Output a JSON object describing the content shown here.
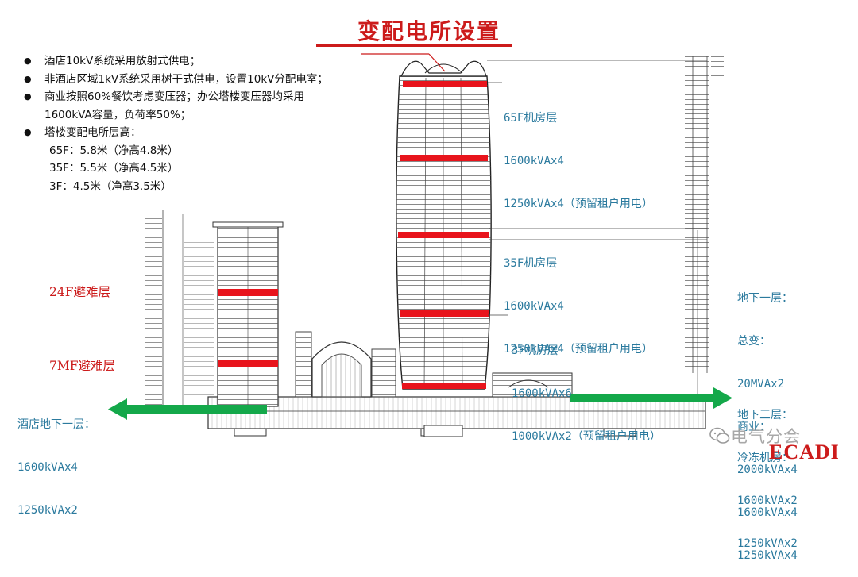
{
  "title": "变配电所设置",
  "bullets": [
    "酒店10kV系统采用放射式供电；",
    "非酒店区域1kV系统采用树干式供电，设置10kV分配电室；",
    "商业按照60%餐饮考虑变压器；办公塔楼变压器均采用"
  ],
  "bullet3_cont": "1600kVA容量，负荷率50%；",
  "bullet4": "塔楼变配电所层高：",
  "heights": [
    "65F：5.8米（净高4.8米）",
    "35F：5.5米（净高4.5米）",
    "3F：4.5米（净高3.5米）"
  ],
  "refuge_floors": {
    "f24": "24F避难层",
    "f7m": "7MF避难层"
  },
  "rooms": {
    "r65": [
      "65F机房层",
      "1600kVAx4",
      "1250kVAx4（预留租户用电）"
    ],
    "r35": [
      "35F机房层",
      "1600kVAx4",
      "1250kVAx4（预留租户用电）"
    ],
    "r3": [
      "3F机房层",
      "1600kVAx6",
      "1000kVAx2（预留租户用电）"
    ],
    "hotel_b1": [
      "酒店地下一层：",
      "1600kVAx4",
      "1250kVAx2"
    ],
    "b1": [
      "地下一层：",
      "总变：",
      "20MVAx2",
      "商业：",
      "2000kVAx4",
      "1600kVAx4",
      "1250kVAx4"
    ],
    "b3": [
      "地下三层：",
      "冷冻机房：",
      "1600kVAx2",
      "1250kVAx2"
    ]
  },
  "watermark": "电气分会",
  "logo": "ECADI",
  "colors": {
    "accent_red": "#cc1b1b",
    "annotation_blue": "#2b7a9e",
    "arrow_green": "#14a84a",
    "line_gray": "#333333"
  },
  "icons": [
    "wechat-icon",
    "bullet-dot-icon",
    "left-arrow-icon",
    "right-arrow-icon"
  ]
}
